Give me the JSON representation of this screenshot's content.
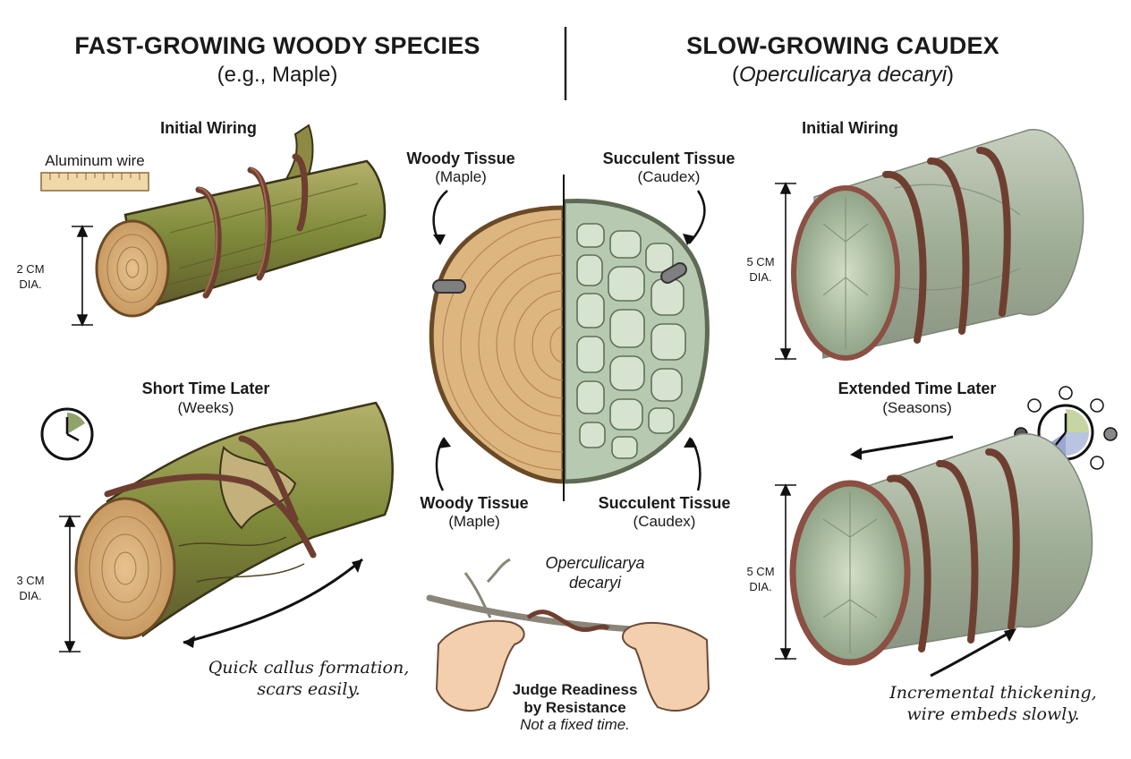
{
  "left": {
    "title": "FAST-GROWING WOODY SPECIES",
    "subtitle": "(e.g., Maple)",
    "initial_label": "Initial Wiring",
    "wire_label": "Aluminum wire",
    "initial_dim": [
      "2 CM",
      "DIA."
    ],
    "later_label": "Short Time Later",
    "later_sub": "(Weeks)",
    "later_dim": [
      "3 CM",
      "DIA."
    ],
    "note": [
      "Quick callus formation,",
      "scars easily."
    ]
  },
  "right": {
    "title": "SLOW-GROWING CAUDEX",
    "subtitle": "Operculicarya decaryi",
    "initial_label": "Initial Wiring",
    "initial_dim": [
      "5 CM",
      "DIA."
    ],
    "later_label": "Extended Time Later",
    "later_sub": "(Seasons)",
    "later_dim": [
      "5 CM",
      "DIA."
    ],
    "note": [
      "Incremental thickening,",
      "wire embeds slowly."
    ]
  },
  "center": {
    "woody_top": "Woody Tissue",
    "woody_top_sub": "(Maple)",
    "succ_top": "Succulent Tissue",
    "succ_top_sub": "(Caudex)",
    "woody_bottom": "Woody Tissue",
    "woody_bottom_sub": "(Maple)",
    "succ_bottom": "Succulent Tissue",
    "succ_bottom_sub": "(Caudex)",
    "species": [
      "Operculicarya",
      "decaryi"
    ],
    "judge": [
      "Judge Readiness",
      "by Resistance"
    ],
    "judge_note": "Not a fixed time."
  },
  "colors": {
    "wood": "#d9b07a",
    "bark": "#7f8a3a",
    "wire": "#7a4a3a",
    "caudex": "#9fb39a",
    "succulent_cell": "#c9d8c4"
  }
}
